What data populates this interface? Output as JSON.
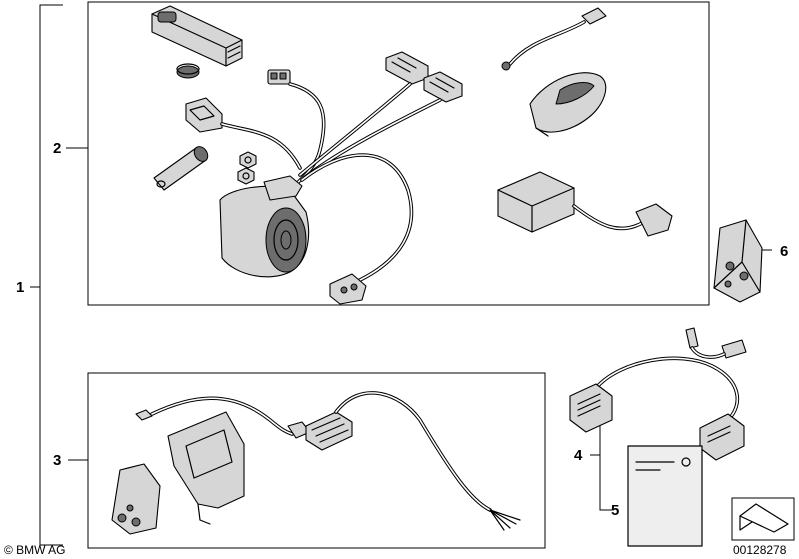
{
  "diagram": {
    "callouts": [
      {
        "id": "1",
        "label": "1"
      },
      {
        "id": "2",
        "label": "2"
      },
      {
        "id": "3",
        "label": "3"
      },
      {
        "id": "4",
        "label": "4"
      },
      {
        "id": "5",
        "label": "5"
      },
      {
        "id": "6",
        "label": "6"
      }
    ],
    "copyright": "© BMW AG",
    "drawing_number": "00128278"
  }
}
